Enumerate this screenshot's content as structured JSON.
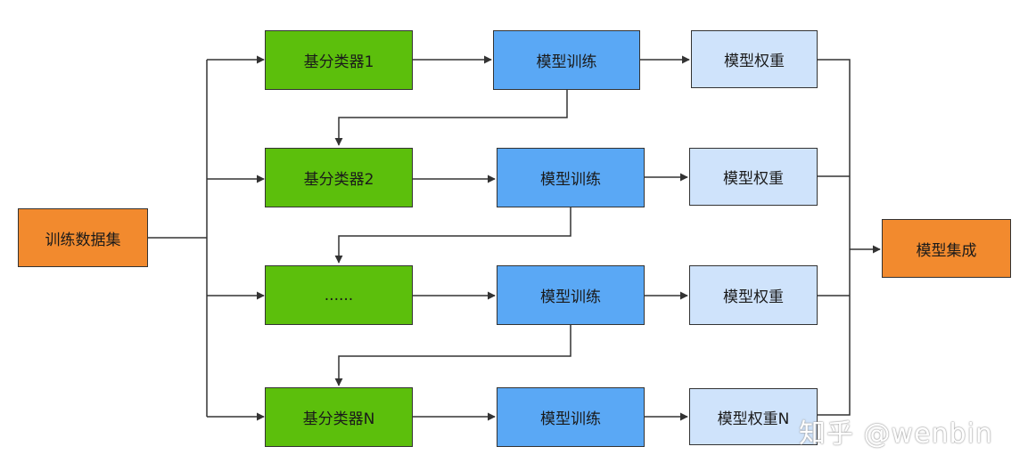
{
  "nodes": {
    "train_data": "训练数据集",
    "ensemble": "模型集成",
    "rows": [
      {
        "classifier": "基分类器1",
        "training": "模型训练",
        "weight": "模型权重"
      },
      {
        "classifier": "基分类器2",
        "training": "模型训练",
        "weight": "模型权重"
      },
      {
        "classifier": "......",
        "training": "模型训练",
        "weight": "模型权重"
      },
      {
        "classifier": "基分类器N",
        "training": "模型训练",
        "weight": "模型权重N"
      }
    ]
  },
  "watermark": "知乎 @wenbin",
  "colors": {
    "source_fill": "#f28a2e",
    "classifier_fill": "#5cbf0c",
    "training_fill": "#5aa8f5",
    "weight_fill": "#cfe3fb",
    "line": "#333333"
  }
}
